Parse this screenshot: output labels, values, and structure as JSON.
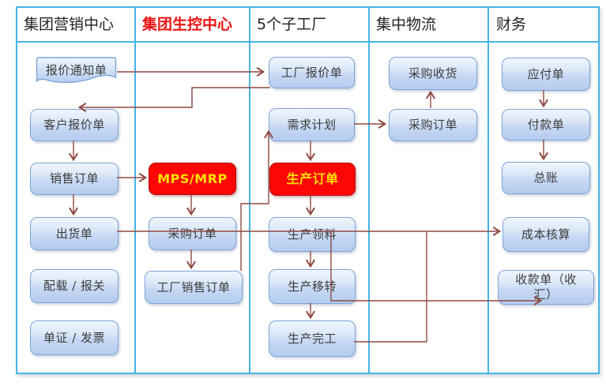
{
  "columns": [
    {
      "label": "集团营销中心",
      "accent": "dark"
    },
    {
      "label": "集团生控中心",
      "accent": "red"
    },
    {
      "label": "5个子工厂",
      "accent": "dark"
    },
    {
      "label": "集中物流",
      "accent": "dark"
    },
    {
      "label": "财务",
      "accent": "dark"
    }
  ],
  "boxes": [
    {
      "id": "quote-notice",
      "label": "报价通知单",
      "shape": "document",
      "column": 0
    },
    {
      "id": "customer-quote",
      "label": "客户报价单",
      "shape": "rounded",
      "column": 0
    },
    {
      "id": "sales-order",
      "label": "销售订单",
      "shape": "rounded",
      "column": 0
    },
    {
      "id": "shipment",
      "label": "出货单",
      "shape": "rounded",
      "column": 0
    },
    {
      "id": "loading-customs",
      "label": "配载 / 报关",
      "shape": "rounded",
      "column": 0
    },
    {
      "id": "docs-invoice",
      "label": "单证 / 发票",
      "shape": "rounded",
      "column": 0
    },
    {
      "id": "mps-mrp",
      "label": "MPS/MRP",
      "shape": "highlight",
      "column": 1
    },
    {
      "id": "group-purchase-order",
      "label": "采购订单",
      "shape": "rounded",
      "column": 1
    },
    {
      "id": "factory-sales-order",
      "label": "工厂销售订单",
      "shape": "rounded",
      "column": 1
    },
    {
      "id": "factory-quote",
      "label": "工厂报价单",
      "shape": "rounded",
      "column": 2
    },
    {
      "id": "demand-plan",
      "label": "需求计划",
      "shape": "rounded",
      "column": 2
    },
    {
      "id": "production-order",
      "label": "生产订单",
      "shape": "highlight",
      "column": 2
    },
    {
      "id": "production-picking",
      "label": "生产领料",
      "shape": "rounded",
      "column": 2
    },
    {
      "id": "production-transfer",
      "label": "生产移转",
      "shape": "rounded",
      "column": 2
    },
    {
      "id": "production-completion",
      "label": "生产完工",
      "shape": "rounded",
      "column": 2
    },
    {
      "id": "purchase-receipt",
      "label": "采购收货",
      "shape": "rounded",
      "column": 3
    },
    {
      "id": "logistics-purchase-order",
      "label": "采购订单",
      "shape": "rounded",
      "column": 3
    },
    {
      "id": "payable",
      "label": "应付单",
      "shape": "rounded",
      "column": 4
    },
    {
      "id": "payment",
      "label": "付款单",
      "shape": "rounded",
      "column": 4
    },
    {
      "id": "general-ledger",
      "label": "总账",
      "shape": "rounded",
      "column": 4
    },
    {
      "id": "cost-accounting",
      "label": "成本核算",
      "shape": "rounded",
      "column": 4
    },
    {
      "id": "receipt-note",
      "label": "收款单（收汇）",
      "shape": "rounded",
      "column": 4
    }
  ],
  "connections": [
    {
      "from": "quote-notice",
      "to": "factory-quote"
    },
    {
      "from": "factory-quote",
      "to": "customer-quote"
    },
    {
      "from": "customer-quote",
      "to": "sales-order"
    },
    {
      "from": "sales-order",
      "to": "mps-mrp"
    },
    {
      "from": "sales-order",
      "to": "shipment"
    },
    {
      "from": "mps-mrp",
      "to": "group-purchase-order"
    },
    {
      "from": "group-purchase-order",
      "to": "factory-sales-order"
    },
    {
      "from": "factory-sales-order",
      "to": "demand-plan"
    },
    {
      "from": "demand-plan",
      "to": "production-order"
    },
    {
      "from": "demand-plan",
      "to": "logistics-purchase-order"
    },
    {
      "from": "logistics-purchase-order",
      "to": "purchase-receipt"
    },
    {
      "from": "production-order",
      "to": "production-picking"
    },
    {
      "from": "production-picking",
      "to": "production-transfer"
    },
    {
      "from": "production-transfer",
      "to": "production-completion"
    },
    {
      "from": "shipment",
      "to": "cost-accounting"
    },
    {
      "from": "production-completion",
      "to": "cost-accounting"
    },
    {
      "from": "shipment",
      "to": "receipt-note"
    },
    {
      "from": "payable",
      "to": "payment"
    },
    {
      "from": "payment",
      "to": "general-ledger"
    }
  ],
  "colors": {
    "connector": "#8e4a42",
    "grid": "#45b5e8",
    "box_border": "#7fa5d8",
    "box_fill_top": "#f0f6fd",
    "box_fill_bottom": "#b5ccef",
    "highlight_fill": "#fe0606",
    "highlight_text": "#ffe000",
    "header_red": "#ee1313",
    "text": "#3d3d3d"
  }
}
